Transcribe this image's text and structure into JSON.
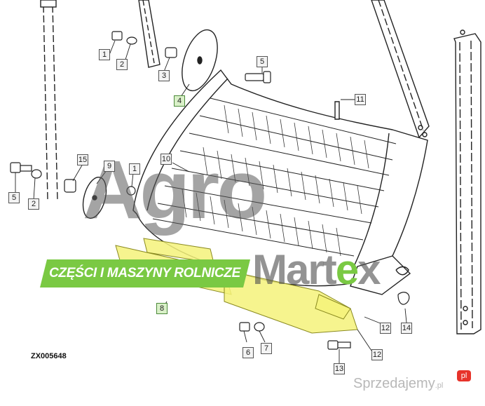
{
  "diagram": {
    "code": "ZX005648",
    "callouts": [
      {
        "label": "1",
        "style": "gray"
      },
      {
        "label": "2",
        "style": "gray"
      },
      {
        "label": "3",
        "style": "gray"
      },
      {
        "label": "4",
        "style": "green"
      },
      {
        "label": "5",
        "style": "gray"
      },
      {
        "label": "11",
        "style": "gray"
      },
      {
        "label": "15",
        "style": "gray"
      },
      {
        "label": "9",
        "style": "gray"
      },
      {
        "label": "1",
        "style": "gray"
      },
      {
        "label": "10",
        "style": "gray"
      },
      {
        "label": "5",
        "style": "gray"
      },
      {
        "label": "2",
        "style": "gray"
      },
      {
        "label": "8",
        "style": "green"
      },
      {
        "label": "6",
        "style": "gray"
      },
      {
        "label": "7",
        "style": "gray"
      },
      {
        "label": "12",
        "style": "gray"
      },
      {
        "label": "14",
        "style": "gray"
      },
      {
        "label": "12",
        "style": "gray"
      },
      {
        "label": "13",
        "style": "gray"
      }
    ],
    "highlight_color": "#f5f27a"
  },
  "watermarks": {
    "agro": "Agro",
    "martex_pre": "Mart",
    "martex_e": "e",
    "martex_post": "x",
    "banner": "CZĘŚCI I MASZYNY ROLNICZE",
    "accent": "#7ac943"
  },
  "site": {
    "name": "Sprzedajemy",
    "tld": ".pl",
    "badge": "pl"
  }
}
